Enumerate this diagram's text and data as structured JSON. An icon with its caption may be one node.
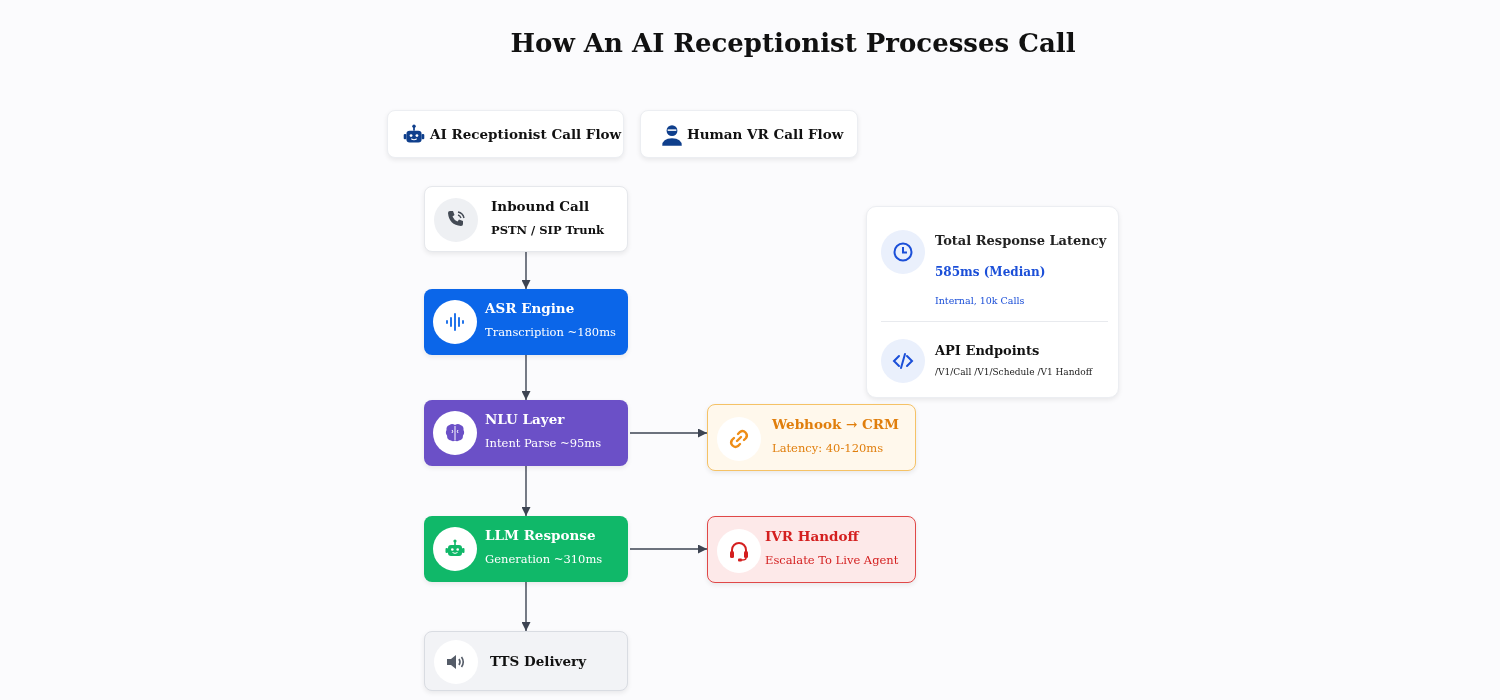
{
  "diagram": {
    "title": "How An AI Receptionist Processes Call",
    "nodes": [
      {
        "text": [
          "AI Receptionist Call Flow"
        ]
      },
      {
        "text": [
          "Human VR Call Flow"
        ]
      },
      {
        "text": [
          "Inbound Call",
          "PSTN / SIP Trunk"
        ]
      },
      {
        "text": [
          "ASR Engine",
          "Transcription ~180ms"
        ]
      },
      {
        "text": [
          "NLU Layer",
          "Intent Parse ~95ms"
        ]
      },
      {
        "text": [
          "Webhook → CRM",
          "Latency: 40-120ms"
        ]
      },
      {
        "text": [
          "LLM Response",
          "Generation ~310ms"
        ]
      },
      {
        "text": [
          "IVR Handoff",
          "Escalate To Live Agent"
        ]
      },
      {
        "text": [
          "TTS Delivery"
        ]
      },
      {
        "text": [],
        "shape": "box"
      },
      {
        "text": [
          "Total Response Latency",
          "585ms (Median)",
          "Internal, 10k Calls"
        ],
        "in": 9
      },
      {
        "text": [
          "API Endpoints",
          "/V1/Call /V1/Schedule /V1 Handoff"
        ],
        "in": 9
      }
    ],
    "edges": [
      {
        "from": 2,
        "to": 3,
        "arrow": "to"
      },
      {
        "from": 3,
        "to": 4,
        "arrow": "to"
      },
      {
        "from": 4,
        "to": 6,
        "arrow": "to"
      },
      {
        "from": 6,
        "to": 8,
        "arrow": "to"
      },
      {
        "from": 4,
        "to": 5,
        "arrow": "to"
      },
      {
        "from": 6,
        "to": 7,
        "arrow": "to"
      }
    ]
  }
}
